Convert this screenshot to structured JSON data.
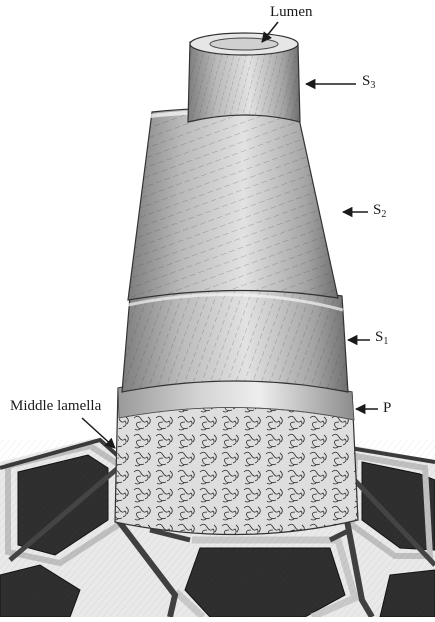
{
  "diagram": {
    "labels": {
      "lumen": "Lumen",
      "s3": {
        "base": "S",
        "sub": "3"
      },
      "s2": {
        "base": "S",
        "sub": "2"
      },
      "s1": {
        "base": "S",
        "sub": "1"
      },
      "p": "P",
      "middle_lamella": "Middle lamella"
    },
    "colors": {
      "ink": "#1a1a1a",
      "wall_light": "#d9d9d9",
      "wall_mid": "#a8a8a8",
      "cell_dark": "#2e2e2e",
      "lamella": "#4a4a4a"
    }
  }
}
